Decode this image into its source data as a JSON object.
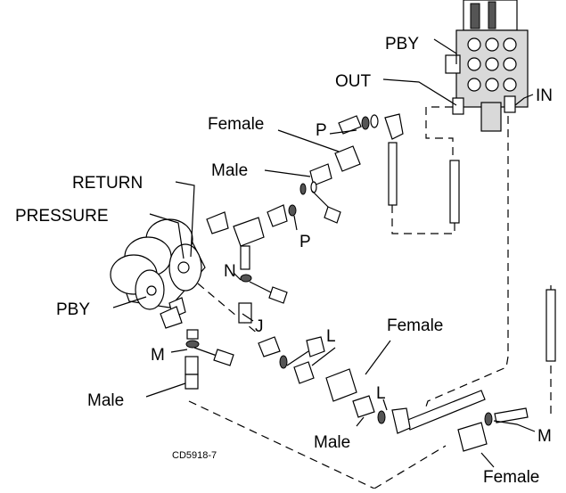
{
  "figure": {
    "caption": "CD5918-7",
    "labels": {
      "pby_top": "PBY",
      "out": "OUT",
      "in": "IN",
      "female_top": "Female",
      "p_top": "P",
      "male_top": "Male",
      "return": "RETURN",
      "pressure": "PRESSURE",
      "p_mid": "P",
      "n": "N",
      "pby_left": "PBY",
      "j": "J",
      "female_mid": "Female",
      "l_upper": "L",
      "m_left": "M",
      "male_left": "Male",
      "l_lower": "L",
      "male_bottom": "Male",
      "m_right": "M",
      "female_bottom": "Female"
    }
  }
}
